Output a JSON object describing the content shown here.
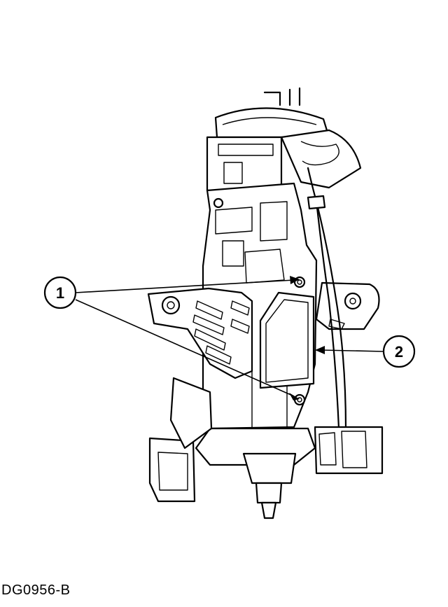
{
  "figure": {
    "id_label": "DG0956-B"
  },
  "callouts": [
    {
      "number": "1"
    },
    {
      "number": "2"
    }
  ]
}
